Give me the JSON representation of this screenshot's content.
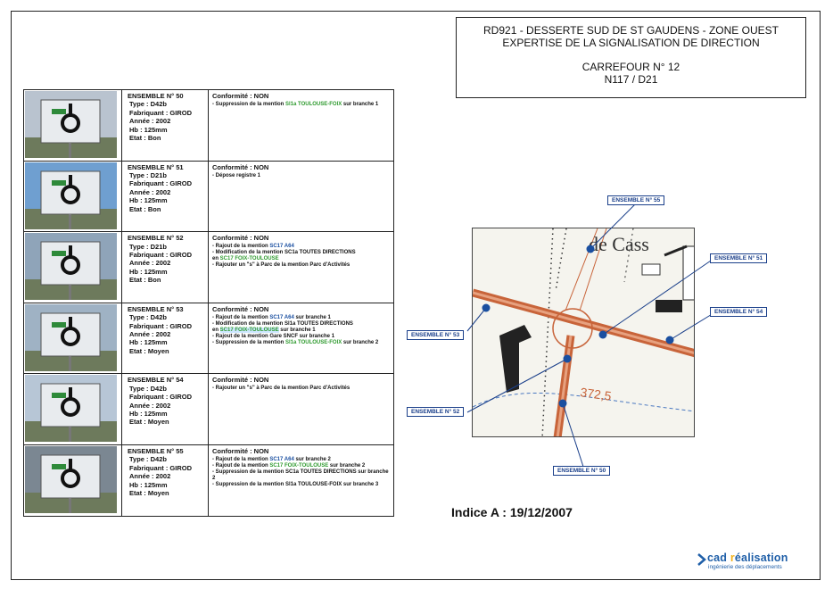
{
  "title_block": {
    "line1": "RD921 - DESSERTE SUD DE ST GAUDENS - ZONE OUEST",
    "line2": "EXPERTISE DE LA SIGNALISATION DE DIRECTION",
    "line3": "CARREFOUR N° 12",
    "line4": "N117 / D21"
  },
  "ensembles": [
    {
      "name": "ENSEMBLE N° 50",
      "type": "Type : D42b",
      "fabricant": "Fabriquant : GIROD",
      "annee": "Année : 2002",
      "hb": "Hb : 125mm",
      "etat": "Etat : Bon",
      "conformite": "Conformité : NON",
      "items": [
        {
          "pre": "- Suppression de la mention ",
          "code": "Sl1a TOULOUSE-FOIX",
          "post": " sur branche 1",
          "color": "g"
        }
      ]
    },
    {
      "name": "ENSEMBLE N° 51",
      "type": "Type : D21b",
      "fabricant": "Fabriquant : GIROD",
      "annee": "Année : 2002",
      "hb": "Hb : 125mm",
      "etat": "Etat : Bon",
      "conformite": "Conformité : NON",
      "items": [
        {
          "pre": "- Dépose registre 1",
          "code": "",
          "post": "",
          "color": ""
        }
      ]
    },
    {
      "name": "ENSEMBLE N° 52",
      "type": "Type : D21b",
      "fabricant": "Fabriquant : GIROD",
      "annee": "Année : 2002",
      "hb": "Hb : 125mm",
      "etat": "Etat : Bon",
      "conformite": "Conformité : NON",
      "items": [
        {
          "pre": "- Rajout de la mention ",
          "code": "SC17 A64",
          "post": "",
          "color": "b"
        },
        {
          "pre": "- Modification de la mention SC1a TOUTES DIRECTIONS",
          "code": "",
          "post": "",
          "color": ""
        },
        {
          "pre": "  en ",
          "code": "SC17 FOIX-TOULOUSE",
          "post": "",
          "color": "g"
        },
        {
          "pre": "- Rajouter un \"s\" à Parc de la mention Parc d'Activités",
          "code": "",
          "post": "",
          "color": ""
        }
      ]
    },
    {
      "name": "ENSEMBLE N° 53",
      "type": "Type : D42b",
      "fabricant": "Fabriquant : GIROD",
      "annee": "Année : 2002",
      "hb": "Hb : 125mm",
      "etat": "Etat : Moyen",
      "conformite": "Conformité : NON",
      "items": [
        {
          "pre": "- Rajout de la mention ",
          "code": "SC17 A64",
          "post": " sur branche 1",
          "color": "b"
        },
        {
          "pre": "- Modification de la mention Sl1a TOUTES DIRECTIONS",
          "code": "",
          "post": "",
          "color": ""
        },
        {
          "pre": "  en ",
          "code": "SC17 FOIX-TOULOUSE",
          "post": " sur branche 1",
          "color": "gb"
        },
        {
          "pre": "- Rajout de la mention Gare SNCF sur branche 1",
          "code": "",
          "post": "",
          "color": ""
        },
        {
          "pre": "- Suppression de la mention ",
          "code": "Sl1a TOULOUSE-FOIX",
          "post": " sur branche 2",
          "color": "g"
        }
      ]
    },
    {
      "name": "ENSEMBLE N° 54",
      "type": "Type : D42b",
      "fabricant": "Fabriquant : GIROD",
      "annee": "Année : 2002",
      "hb": "Hb : 125mm",
      "etat": "Etat : Moyen",
      "conformite": "Conformité : NON",
      "items": [
        {
          "pre": "- Rajouter un \"s\" à Parc de la mention Parc d'Activités",
          "code": "",
          "post": "",
          "color": ""
        }
      ]
    },
    {
      "name": "ENSEMBLE N° 55",
      "type": "Type : D42b",
      "fabricant": "Fabriquant : GIROD",
      "annee": "Année : 2002",
      "hb": "Hb : 125mm",
      "etat": "Etat : Moyen",
      "conformite": "Conformité : NON",
      "items": [
        {
          "pre": "- Rajout de la mention ",
          "code": "SC17 A64",
          "post": "   sur branche 2",
          "color": "b"
        },
        {
          "pre": "- Rajout de la mention ",
          "code": "SC17 FOIX-TOULOUSE",
          "post": " sur branche 2",
          "color": "g"
        },
        {
          "pre": "- Suppression de la mention SC1a TOUTES DIRECTIONS sur branche 2",
          "code": "",
          "post": "",
          "color": ""
        },
        {
          "pre": "- Suppression de la mention Sl1a TOULOUSE-FOIX sur branche 3",
          "code": "",
          "post": "",
          "color": ""
        }
      ]
    }
  ],
  "map": {
    "place_label": "de Cass",
    "elevation": "372,5",
    "callouts": {
      "c55": "ENSEMBLE N° 55",
      "c51": "ENSEMBLE N° 51",
      "c54": "ENSEMBLE N° 54",
      "c53": "ENSEMBLE N° 53",
      "c52": "ENSEMBLE N° 52",
      "c50": "ENSEMBLE N° 50"
    }
  },
  "indice": "Indice A : 19/12/2007",
  "logo": {
    "brand_a": "cad ",
    "brand_b": "r",
    "brand_c": "éalisation",
    "tagline": "ingénierie des déplacements"
  },
  "colors": {
    "road": "#c8643a",
    "callout_blue": "#1a3f8a",
    "code_blue": "#1a4fa0",
    "code_green": "#2e9a2e"
  }
}
